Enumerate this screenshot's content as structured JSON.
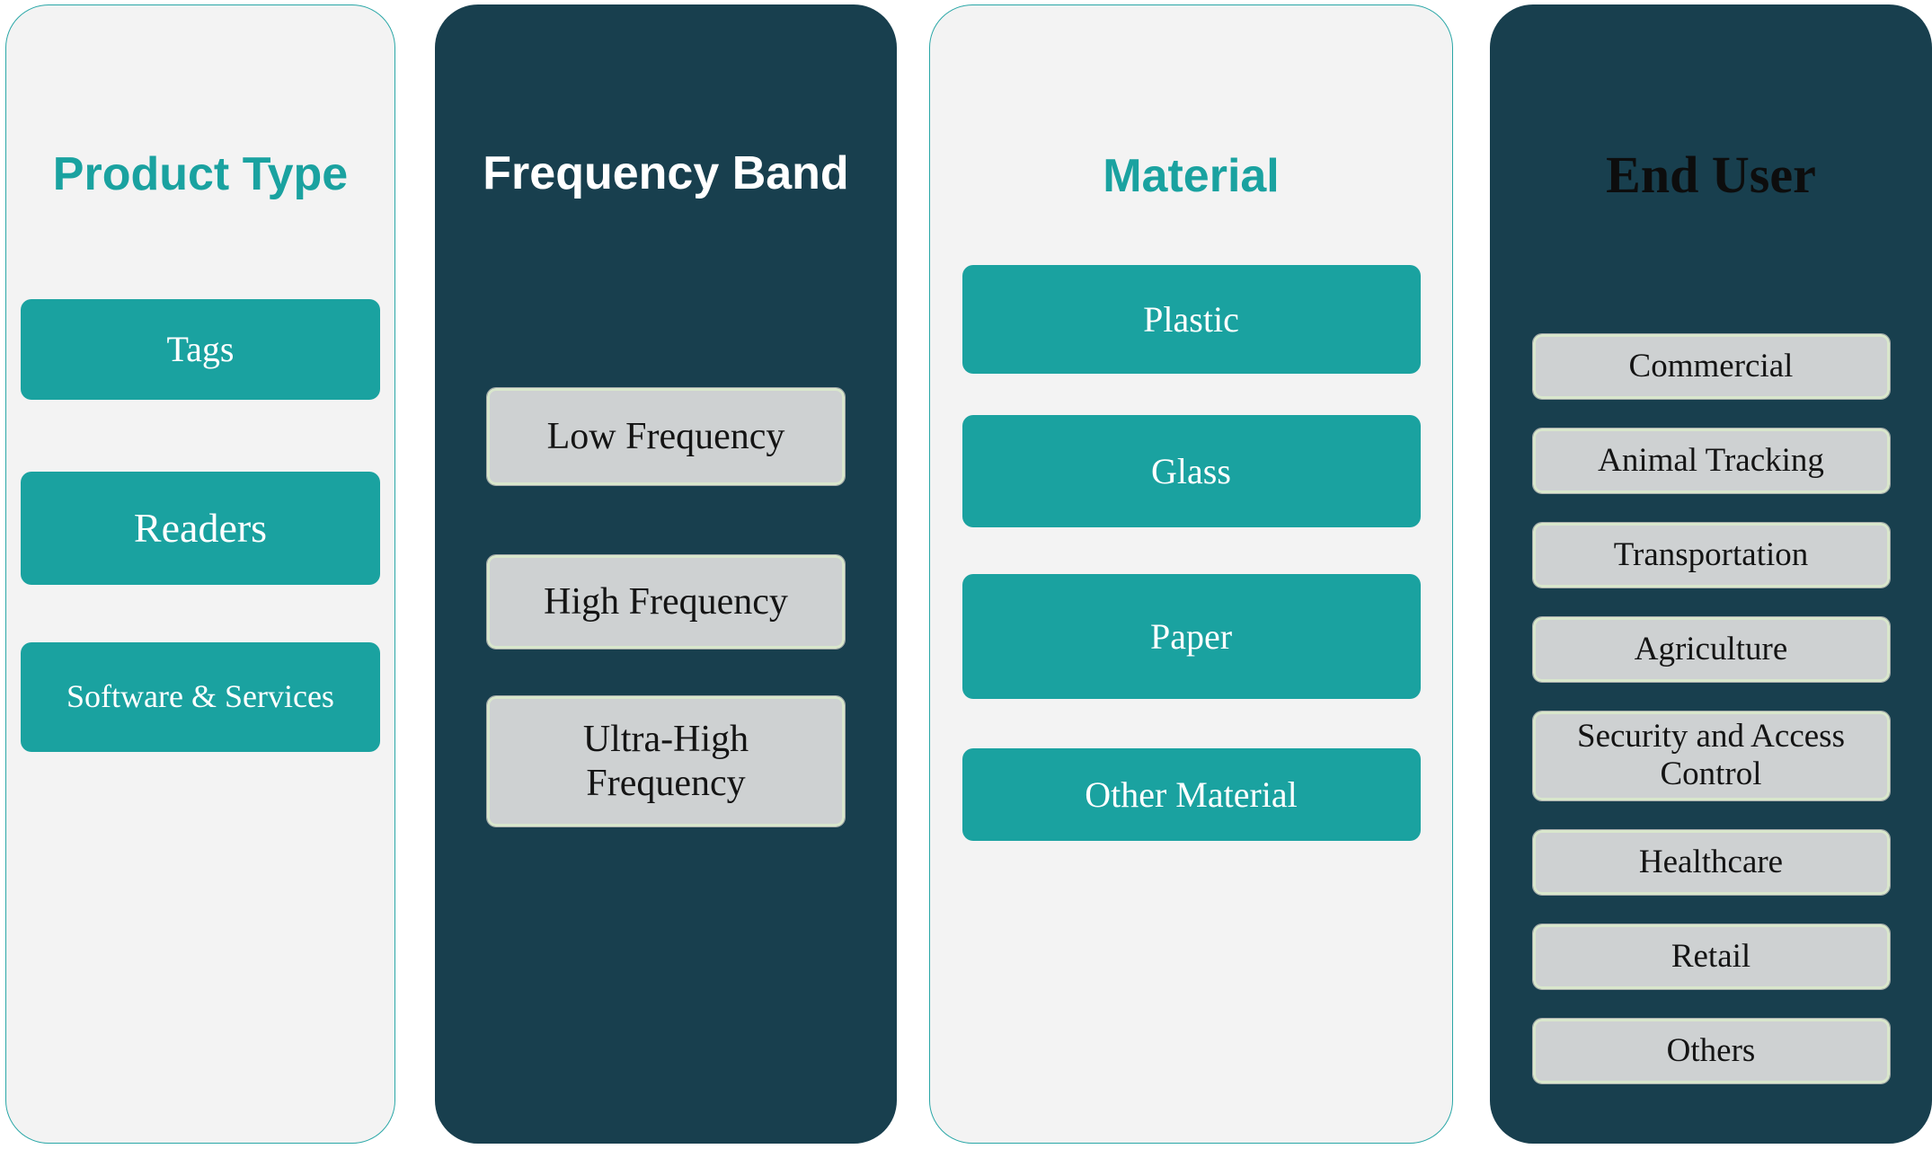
{
  "colors": {
    "teal_accent": "#1aa2a0",
    "dark_panel": "#183f4e",
    "light_panel": "#f3f3f3",
    "gray_button": "#ced1d2",
    "gray_button_border": "#d9e7cc",
    "heading_black": "#0d0d0d",
    "button_text_white": "#ffffff"
  },
  "columns": [
    {
      "title": "Product Type",
      "items": [
        {
          "label": "Tags"
        },
        {
          "label": "Readers"
        },
        {
          "label": "Software & Services"
        }
      ]
    },
    {
      "title": "Frequency Band",
      "items": [
        {
          "label": "Low Frequency"
        },
        {
          "label": "High Frequency"
        },
        {
          "label": "Ultra-High Frequency"
        }
      ]
    },
    {
      "title": "Material",
      "items": [
        {
          "label": "Plastic"
        },
        {
          "label": "Glass"
        },
        {
          "label": "Paper"
        },
        {
          "label": "Other Material"
        }
      ]
    },
    {
      "title": "End User",
      "items": [
        {
          "label": "Commercial"
        },
        {
          "label": "Animal Tracking"
        },
        {
          "label": "Transportation"
        },
        {
          "label": "Agriculture"
        },
        {
          "label": "Security and Access Control"
        },
        {
          "label": "Healthcare"
        },
        {
          "label": "Retail"
        },
        {
          "label": "Others"
        }
      ]
    }
  ]
}
